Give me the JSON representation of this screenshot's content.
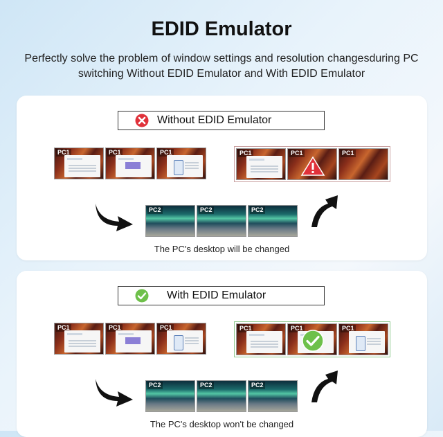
{
  "title": "EDID Emulator",
  "subtitle": "Perfectly solve the problem of window settings and resolution changesduring PC switching Without EDID Emulator and With EDID Emulator",
  "sections": [
    {
      "label": "Without EDID Emulator",
      "badge_icon": "red-x-icon",
      "pc_label_top": "PC1",
      "pc_label_mid": "PC2",
      "caption": "The PC's desktop will be changed",
      "result_icon": "warning-icon",
      "frame_color": "#c9a0a0"
    },
    {
      "label": "With EDID Emulator",
      "badge_icon": "green-check-icon",
      "pc_label_top": "PC1",
      "pc_label_mid": "PC2",
      "caption": "The PC's desktop won't be changed",
      "result_icon": "check-icon",
      "frame_color": "#8cc88c"
    }
  ],
  "colors": {
    "accent_red": "#e0313a",
    "accent_green": "#6ec04a"
  }
}
